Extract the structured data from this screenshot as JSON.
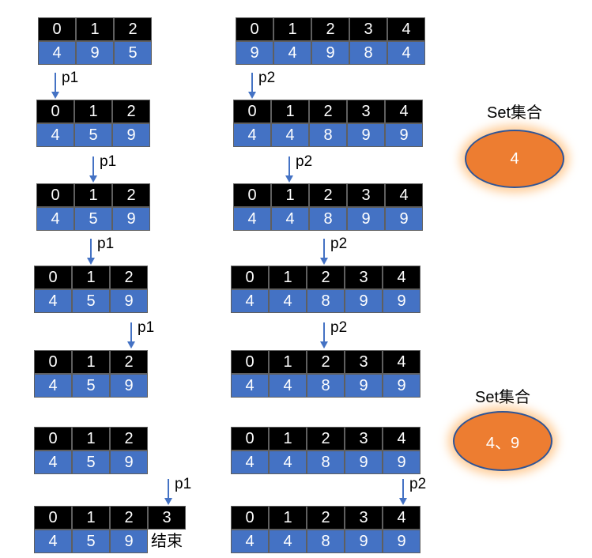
{
  "arrays": [
    {
      "id": "a0",
      "indices": [
        "0",
        "1",
        "2"
      ],
      "values": [
        "4",
        "9",
        "5"
      ]
    },
    {
      "id": "a1",
      "indices": [
        "0",
        "1",
        "2"
      ],
      "values": [
        "4",
        "5",
        "9"
      ]
    },
    {
      "id": "a2",
      "indices": [
        "0",
        "1",
        "2"
      ],
      "values": [
        "4",
        "5",
        "9"
      ]
    },
    {
      "id": "a3",
      "indices": [
        "0",
        "1",
        "2"
      ],
      "values": [
        "4",
        "5",
        "9"
      ]
    },
    {
      "id": "a4",
      "indices": [
        "0",
        "1",
        "2"
      ],
      "values": [
        "4",
        "5",
        "9"
      ]
    },
    {
      "id": "a5",
      "indices": [
        "0",
        "1",
        "2"
      ],
      "values": [
        "4",
        "5",
        "9"
      ]
    },
    {
      "id": "a6",
      "indices": [
        "0",
        "1",
        "2",
        "3"
      ],
      "values": [
        "4",
        "5",
        "9",
        "结束"
      ]
    },
    {
      "id": "b0",
      "indices": [
        "0",
        "1",
        "2",
        "3",
        "4"
      ],
      "values": [
        "9",
        "4",
        "9",
        "8",
        "4"
      ]
    },
    {
      "id": "b1",
      "indices": [
        "0",
        "1",
        "2",
        "3",
        "4"
      ],
      "values": [
        "4",
        "4",
        "8",
        "9",
        "9"
      ]
    },
    {
      "id": "b2",
      "indices": [
        "0",
        "1",
        "2",
        "3",
        "4"
      ],
      "values": [
        "4",
        "4",
        "8",
        "9",
        "9"
      ]
    },
    {
      "id": "b3",
      "indices": [
        "0",
        "1",
        "2",
        "3",
        "4"
      ],
      "values": [
        "4",
        "4",
        "8",
        "9",
        "9"
      ]
    },
    {
      "id": "b4",
      "indices": [
        "0",
        "1",
        "2",
        "3",
        "4"
      ],
      "values": [
        "4",
        "4",
        "8",
        "9",
        "9"
      ]
    },
    {
      "id": "b5",
      "indices": [
        "0",
        "1",
        "2",
        "3",
        "4"
      ],
      "values": [
        "4",
        "4",
        "8",
        "9",
        "9"
      ]
    },
    {
      "id": "b6",
      "indices": [
        "0",
        "1",
        "2",
        "3",
        "4"
      ],
      "values": [
        "4",
        "4",
        "8",
        "9",
        "9"
      ]
    }
  ],
  "pointers": [
    {
      "id": "pa1",
      "label": "p1"
    },
    {
      "id": "pa2",
      "label": "p1"
    },
    {
      "id": "pa3",
      "label": "p1"
    },
    {
      "id": "pa4",
      "label": "p1"
    },
    {
      "id": "pa6",
      "label": "p1"
    },
    {
      "id": "pb1",
      "label": "p2"
    },
    {
      "id": "pb2",
      "label": "p2"
    },
    {
      "id": "pb3",
      "label": "p2"
    },
    {
      "id": "pb4",
      "label": "p2"
    },
    {
      "id": "pb6",
      "label": "p2"
    }
  ],
  "sets": [
    {
      "title": "Set集合",
      "content": "4"
    },
    {
      "title": "Set集合",
      "content": "4、9"
    }
  ],
  "colors": {
    "index_bg": "#000000",
    "value_bg": "#4472c4",
    "pointer_arrow": "#4472c4",
    "set_fill": "#ed7d31",
    "set_glow": "#ffbe78"
  }
}
